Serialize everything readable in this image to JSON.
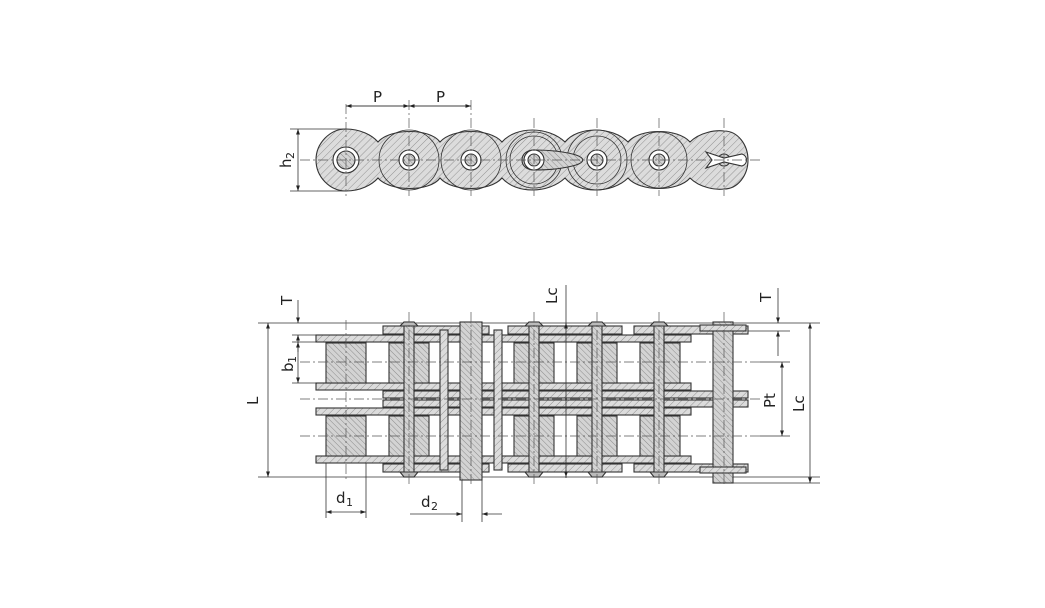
{
  "labels": {
    "pitch_1": "P",
    "pitch_2": "P",
    "plate_height": "h",
    "plate_height_sub": "2",
    "plate_thickness_left": "T",
    "plate_thickness_right": "T",
    "inner_width": "b",
    "inner_width_sub": "1",
    "overall_length": "L",
    "transverse_pitch": "Pt",
    "length_connector_right": "Lc",
    "length_connector_top": "Lc",
    "roller_diameter": "d",
    "roller_diameter_sub": "1",
    "pin_diameter": "d",
    "pin_diameter_sub": "2"
  },
  "colors": {
    "line": "#333333",
    "fill": "#d9d9d9",
    "hatch": "#8a8a8a",
    "background": "#ffffff"
  }
}
